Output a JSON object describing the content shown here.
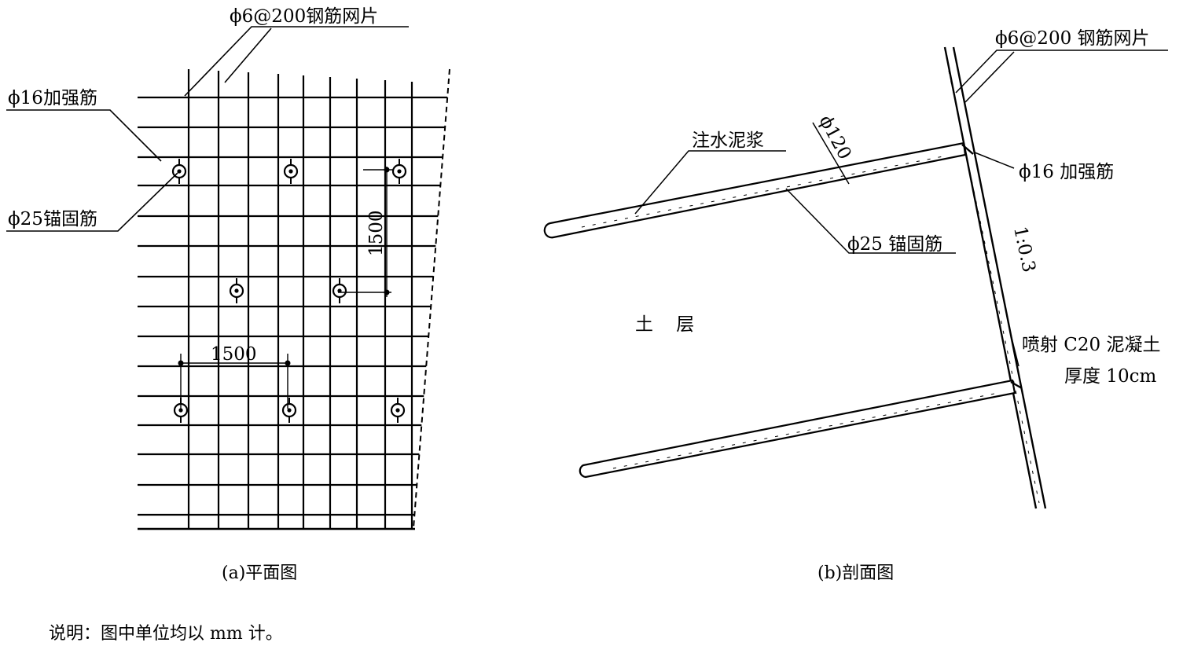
{
  "plan": {
    "caption": "(a)平面图",
    "labels": {
      "mesh": "ϕ6@200钢筋网片",
      "strengthen": "ϕ16加强筋",
      "anchor": "ϕ25锚固筋",
      "dim_vertical": "1500",
      "dim_horizontal": "1500"
    }
  },
  "section": {
    "caption": "(b)剖面图",
    "labels": {
      "mesh": "ϕ6@200 钢筋网片",
      "grout": "注水泥浆",
      "hole_diameter": "ϕ120",
      "strengthen": "ϕ16 加强筋",
      "anchor": "ϕ25 锚固筋",
      "slope": "1:0.3",
      "soil": "土    层",
      "shotcrete_line1": "喷射 C20 泥凝土",
      "shotcrete_line2": "厚度 10cm"
    }
  },
  "note": "说明：图中单位均以 mm 计。"
}
